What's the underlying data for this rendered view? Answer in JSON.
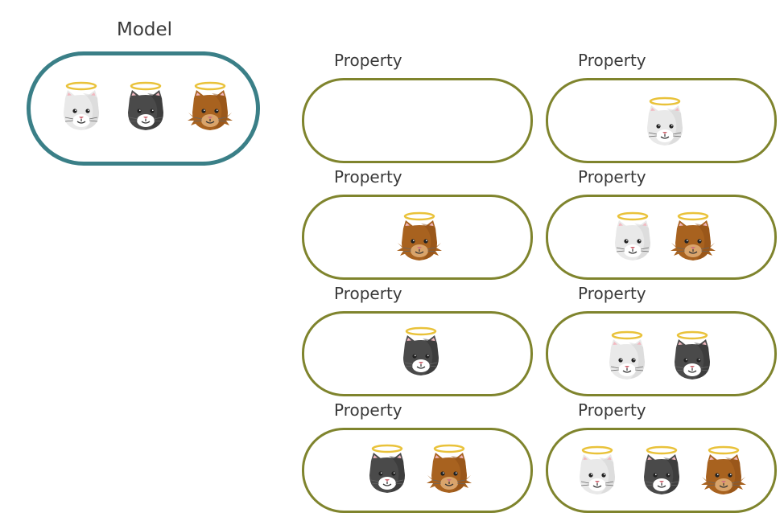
{
  "model": {
    "title": "Model",
    "cats": [
      "white",
      "black",
      "ginger"
    ]
  },
  "properties": [
    {
      "label": "Property",
      "cats": []
    },
    {
      "label": "Property",
      "cats": [
        "white"
      ]
    },
    {
      "label": "Property",
      "cats": [
        "ginger"
      ]
    },
    {
      "label": "Property",
      "cats": [
        "white",
        "ginger"
      ]
    },
    {
      "label": "Property",
      "cats": [
        "black"
      ]
    },
    {
      "label": "Property",
      "cats": [
        "white",
        "black"
      ]
    },
    {
      "label": "Property",
      "cats": [
        "black",
        "ginger"
      ]
    },
    {
      "label": "Property",
      "cats": [
        "white",
        "black",
        "ginger"
      ]
    }
  ],
  "colors": {
    "model_border": "#3a7f87",
    "property_border": "#7f842d",
    "halo": "#e9c23a",
    "white_cat": "#e9e9e9",
    "black_cat": "#4a4a4a",
    "ginger_cat": "#a8621f"
  }
}
